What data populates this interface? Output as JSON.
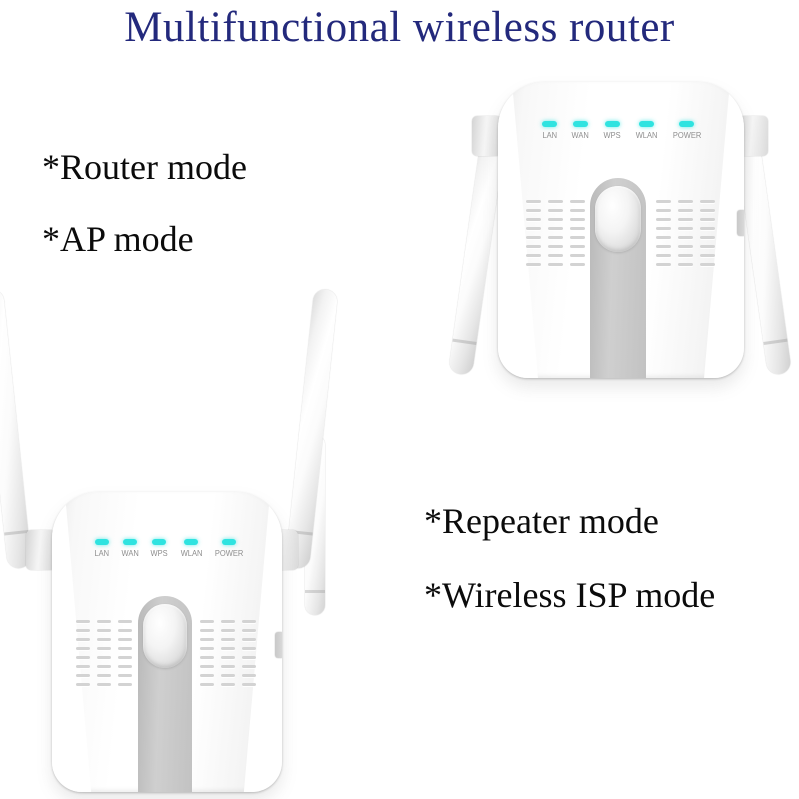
{
  "page": {
    "title": "Multifunctional wireless router",
    "title_color": "#23297c",
    "background_color": "#ffffff"
  },
  "modes": {
    "left": [
      {
        "label": "*Router mode"
      },
      {
        "label": "*AP mode"
      }
    ],
    "right": [
      {
        "label": "*Repeater mode"
      },
      {
        "label": "*Wireless ISP mode"
      }
    ]
  },
  "device": {
    "name": "wireless-router",
    "led_color": "#2fe3e0",
    "leds": [
      {
        "label": "LAN"
      },
      {
        "label": "WAN"
      },
      {
        "label": "WPS"
      },
      {
        "label": "WLAN"
      },
      {
        "label": "POWER"
      }
    ]
  },
  "units": [
    {
      "id": "upper",
      "orientation": "antennas-down"
    },
    {
      "id": "lower",
      "orientation": "antennas-up"
    }
  ]
}
